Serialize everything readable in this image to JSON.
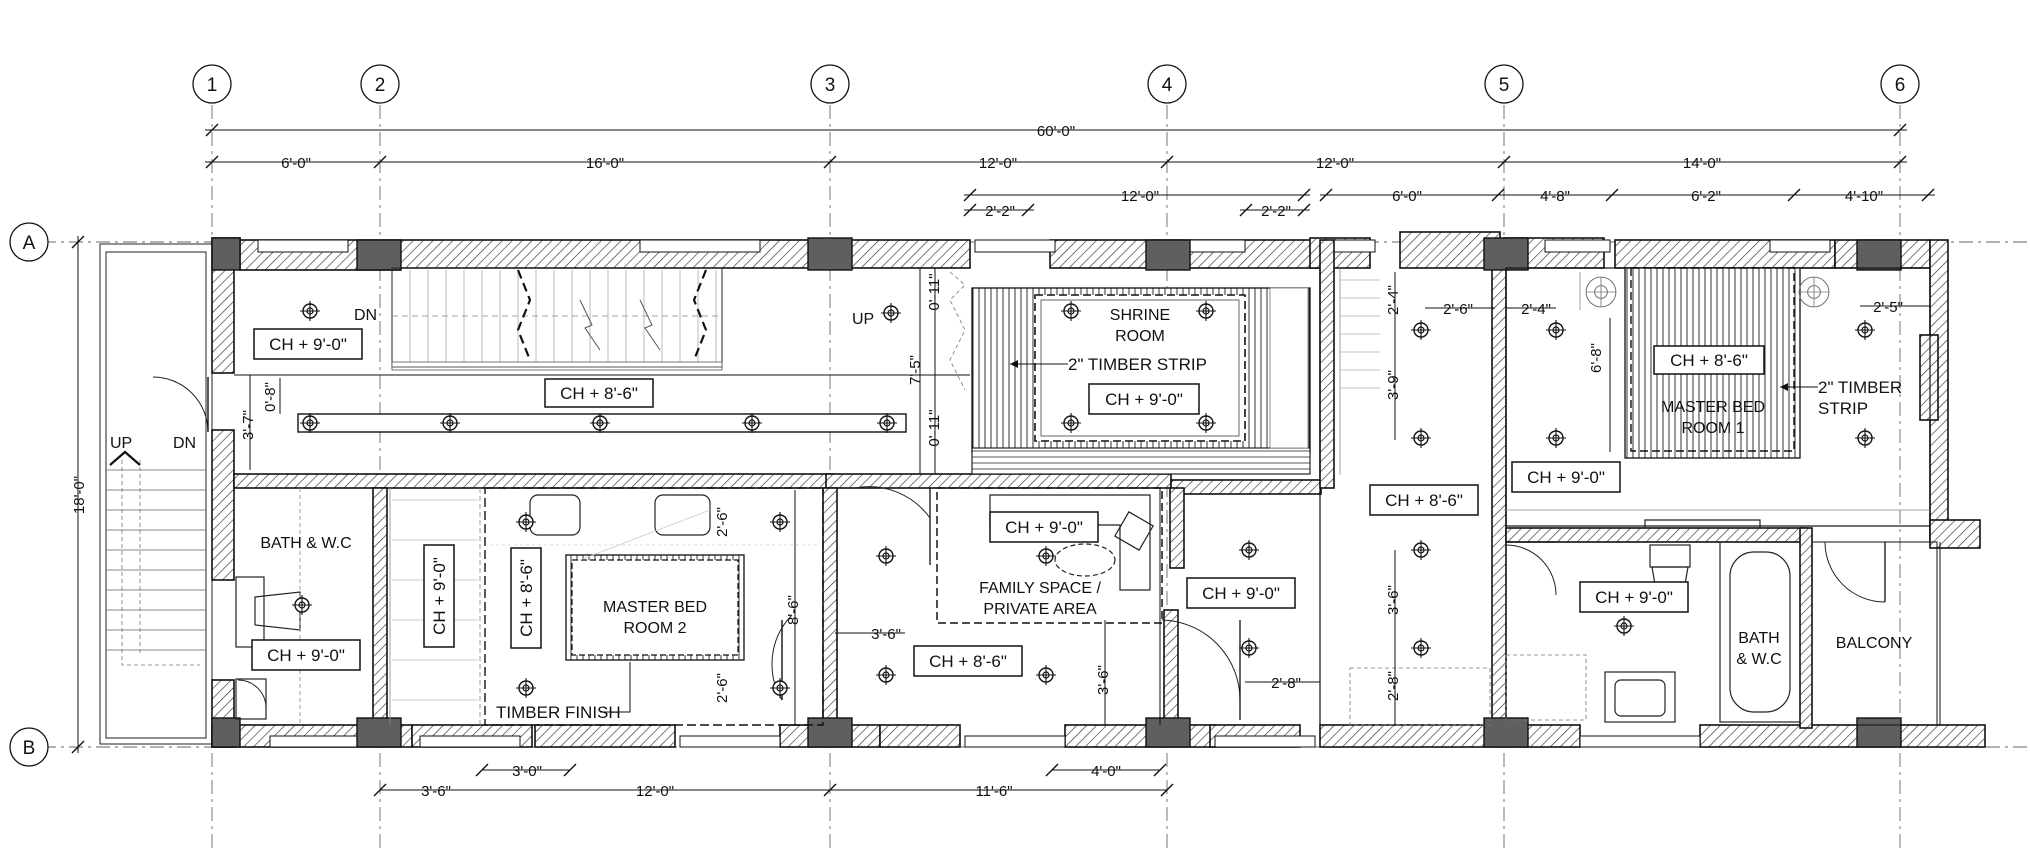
{
  "grid": {
    "columns": [
      "1",
      "2",
      "3",
      "4",
      "5",
      "6"
    ],
    "rows": [
      "A",
      "B"
    ]
  },
  "dimensions": {
    "overall": "60'-0\"",
    "bays": [
      "6'-0\"",
      "16'-0\"",
      "12'-0\"",
      "12'-0\"",
      "14'-0\""
    ],
    "upper_right": [
      "6'-0\"",
      "4'-8\"",
      "6'-2\"",
      "4'-10\""
    ],
    "shrine_width": "12'-0\"",
    "shrine_left_offset": "2'-2\"",
    "shrine_right_offset": "2'-2\"",
    "overall_depth": "18'-0\"",
    "corridor_depth": "3'-7\"",
    "corridor_light": "0'-8\"",
    "landing_a": "0'-11\"",
    "landing_mid": "7'-5\"",
    "landing_b": "0'-11\"",
    "bed2_light_a": "2'-6\"",
    "bed2_height": "8'-6\"",
    "bed2_light_b": "2'-6\"",
    "family_left": "3'-6\"",
    "family_right": "3'-6\"",
    "family_right_2": "2'-8\"",
    "dressing_a": "2'-4\"",
    "dressing_b": "2'-6\"",
    "dressing_c": "3'-9\"",
    "dressing_d": "3'-6\"",
    "dressing_e": "2'-8\"",
    "bed1_a": "2'-4\"",
    "bed1_b": "6'-8\"",
    "bed1_c": "2'-5\"",
    "bottom": [
      "3'-6\"",
      "3'-0\"",
      "12'-0\"",
      "11'-6\"",
      "4'-0\""
    ]
  },
  "labels": {
    "ch_900": "CH + 9'-0\"",
    "ch_860": "CH + 8'-6\"",
    "dn": "DN",
    "up": "UP",
    "timber_strip": "2\" TIMBER STRIP",
    "timber_strip_l1": "2\" TIMBER",
    "timber_strip_l2": "STRIP",
    "timber_finish": "TIMBER FINISH"
  },
  "rooms": {
    "shrine_l1": "SHRINE",
    "shrine_l2": "ROOM",
    "bath_wc": "BATH & W.C",
    "master2_l1": "MASTER BED",
    "master2_l2": "ROOM 2",
    "family_l1": "FAMILY SPACE /",
    "family_l2": "PRIVATE AREA",
    "master1_l1": "MASTER BED",
    "master1_l2": "ROOM 1",
    "bath2_l1": "BATH",
    "bath2_l2": "& W.C",
    "balcony": "BALCONY"
  }
}
